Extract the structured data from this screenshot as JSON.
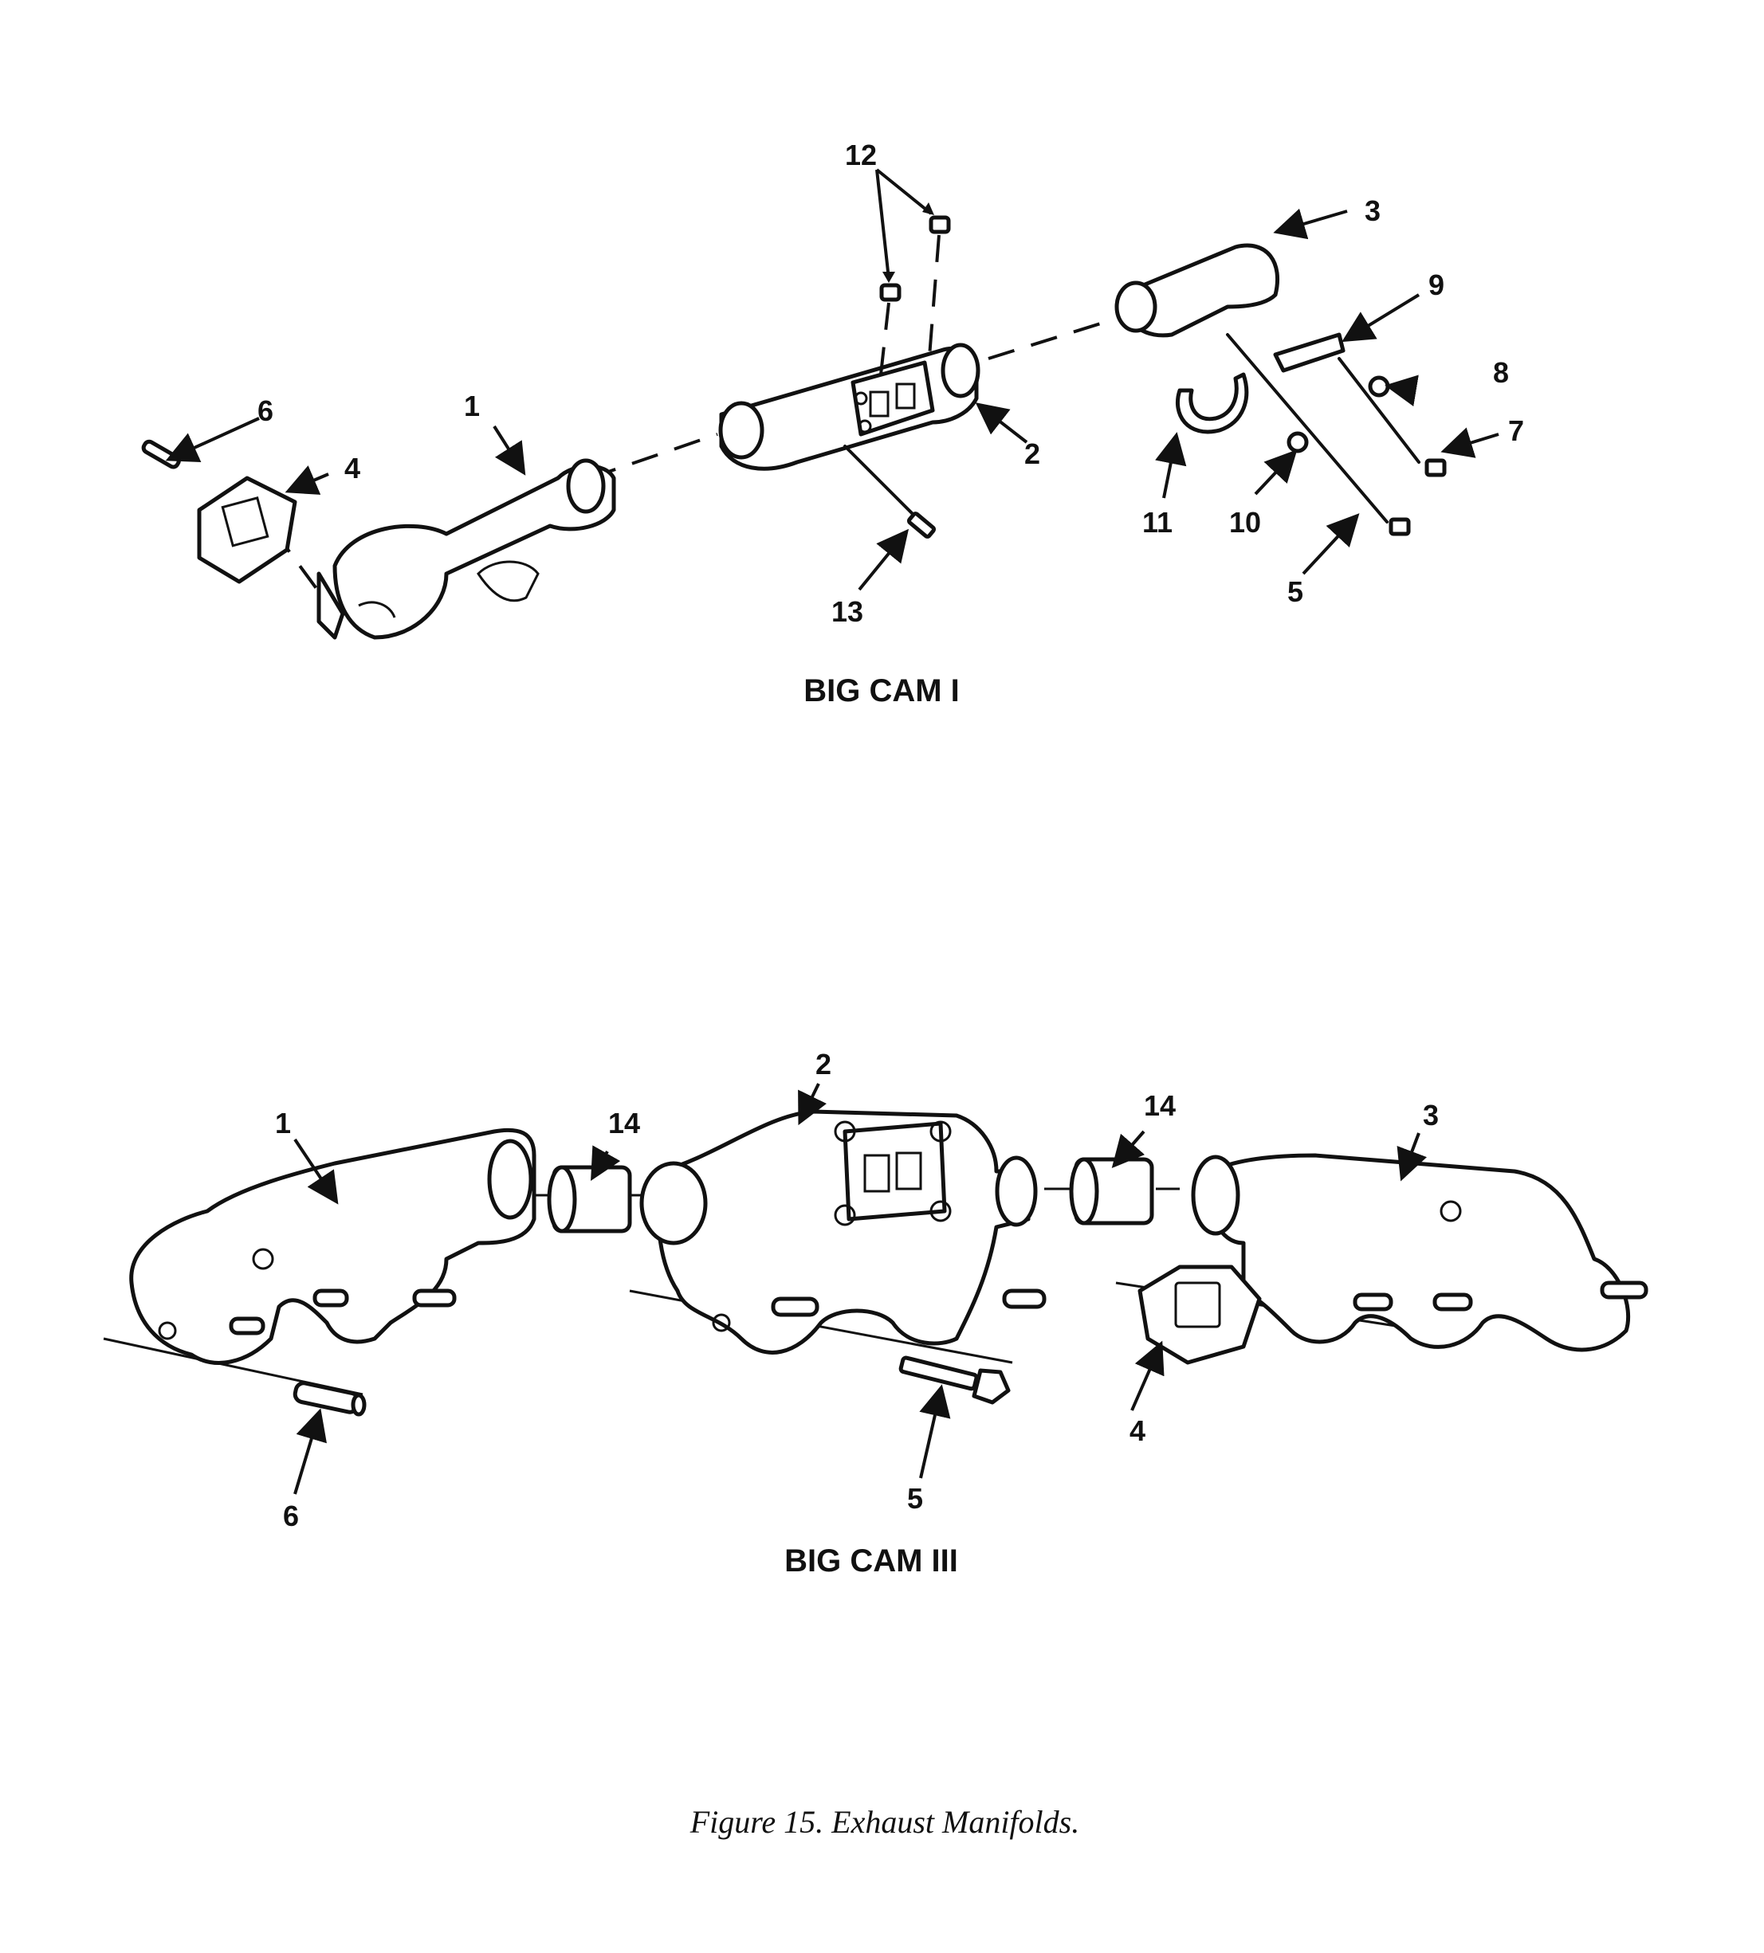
{
  "sections": [
    {
      "title": "BIG CAM I",
      "callouts": [
        "1",
        "2",
        "3",
        "4",
        "5",
        "6",
        "7",
        "8",
        "9",
        "10",
        "11",
        "12",
        "13"
      ]
    },
    {
      "title": "BIG CAM III",
      "callouts": [
        "1",
        "2",
        "3",
        "4",
        "5",
        "6",
        "14",
        "14"
      ]
    }
  ],
  "caption": "Figure 15. Exhaust Manifolds."
}
